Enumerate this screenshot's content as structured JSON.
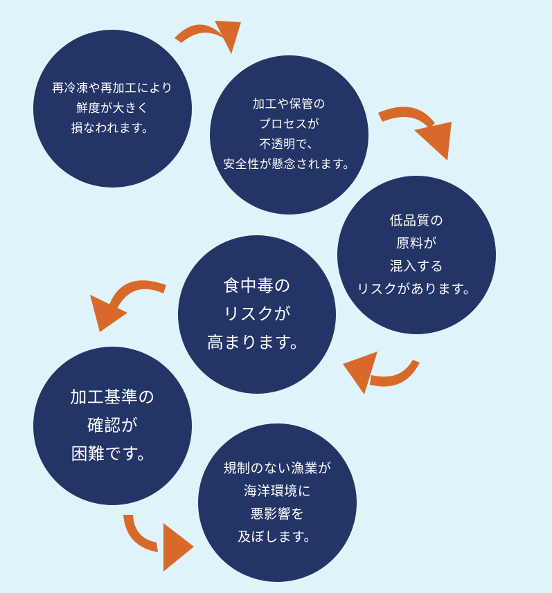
{
  "diagram": {
    "arrow_color": "#d9692a",
    "circle_color": "#233466",
    "background_color": "#dff3fb",
    "steps": [
      {
        "text": "再冷凍や再加工により\n鮮度が大きく\n損なわれます。"
      },
      {
        "text": "加工や保管の\nプロセスが\n不透明で、\n安全性が懸念されます。"
      },
      {
        "text": "低品質の\n原料が\n混入する\nリスクがあります。"
      },
      {
        "text": "食中毒の\nリスクが\n高まります。"
      },
      {
        "text": "加工基準の\n確認が\n困難です。"
      },
      {
        "text": "規制のない漁業が\n海洋環境に\n悪影響を\n及ぼします。"
      }
    ]
  }
}
